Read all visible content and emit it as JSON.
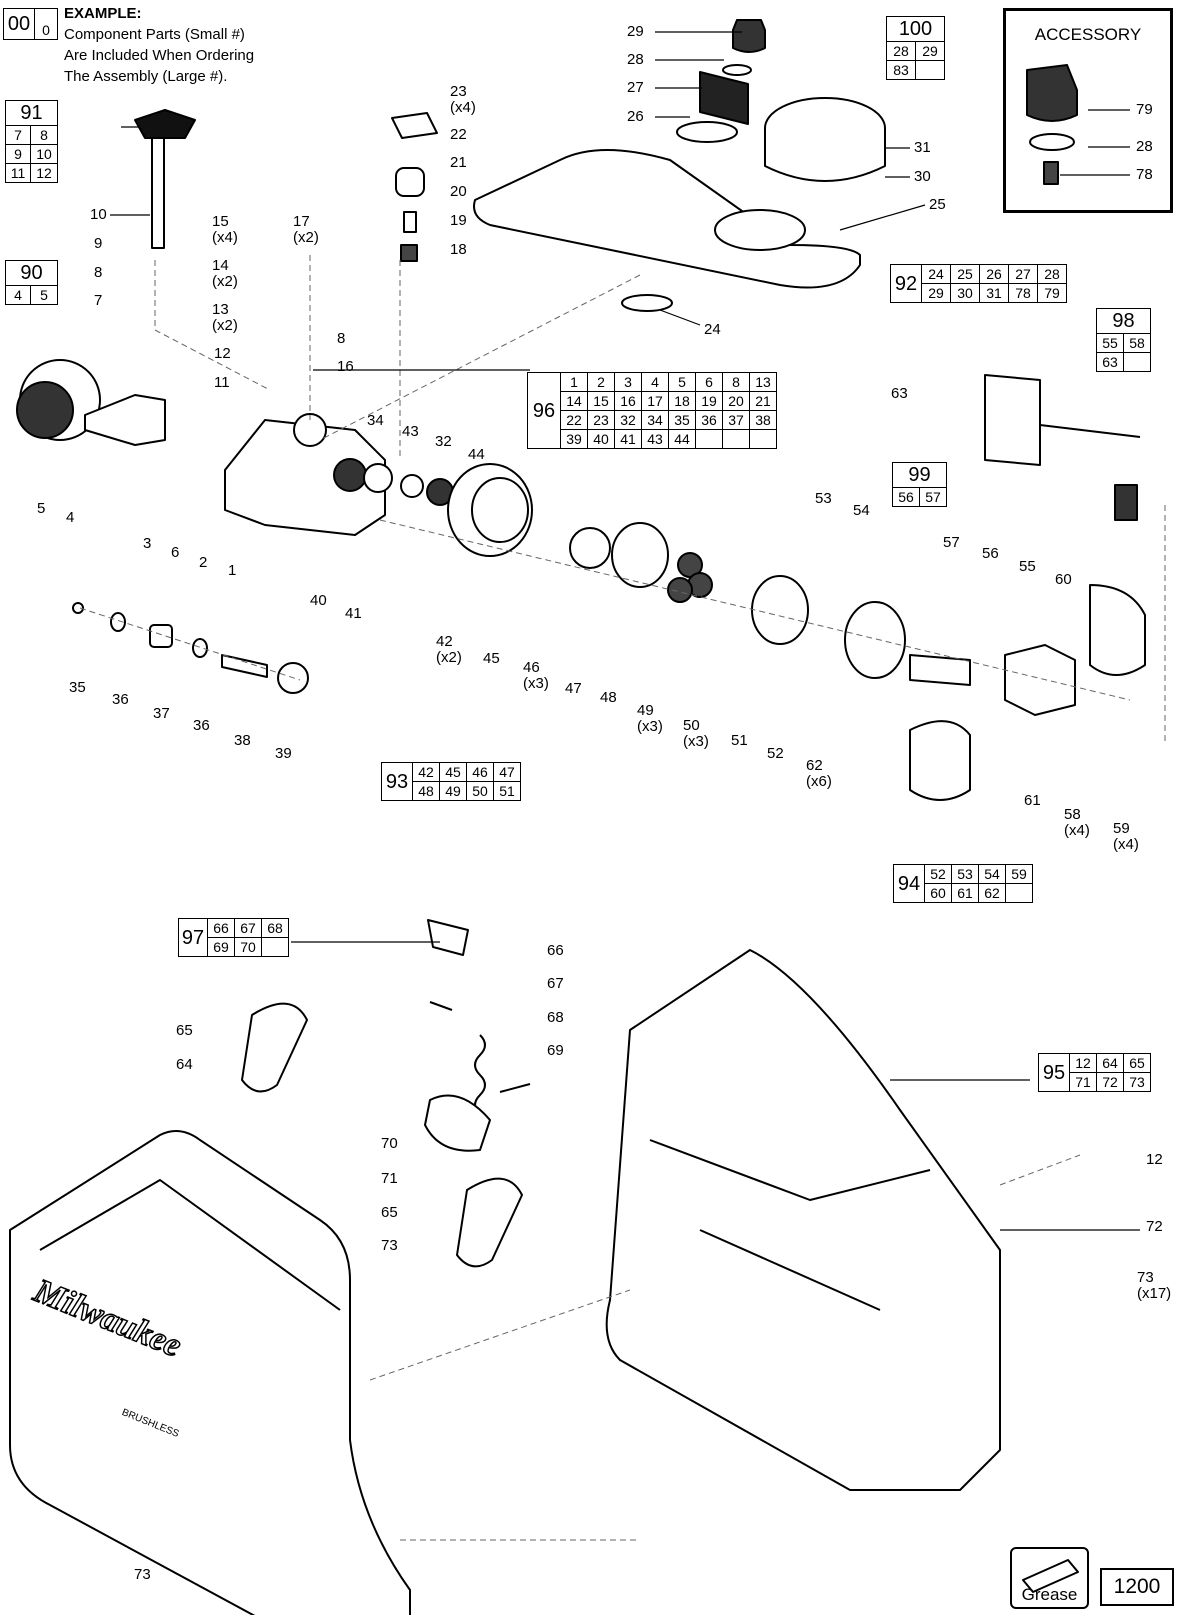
{
  "example": {
    "big": "00",
    "small": "0",
    "title": "EXAMPLE:",
    "lines": [
      "Component Parts (Small #)",
      "Are Included When Ordering",
      "The Assembly (Large #)."
    ]
  },
  "accessory": {
    "title": "ACCESSORY",
    "labels": [
      "79",
      "28",
      "78"
    ]
  },
  "assemblies": [
    {
      "id": "100",
      "parts": [
        "28",
        "29",
        "83"
      ]
    },
    {
      "id": "91",
      "parts": [
        "7",
        "8",
        "9",
        "10",
        "11",
        "12"
      ]
    },
    {
      "id": "90",
      "parts": [
        "4",
        "5"
      ]
    },
    {
      "id": "92",
      "parts": [
        "24",
        "25",
        "26",
        "27",
        "28",
        "29",
        "30",
        "31",
        "78",
        "79"
      ]
    },
    {
      "id": "98",
      "parts": [
        "55",
        "58",
        "63"
      ]
    },
    {
      "id": "96",
      "parts": [
        "1",
        "2",
        "3",
        "4",
        "5",
        "6",
        "8",
        "13",
        "14",
        "15",
        "16",
        "17",
        "18",
        "19",
        "20",
        "21",
        "22",
        "23",
        "32",
        "34",
        "35",
        "36",
        "37",
        "38",
        "39",
        "40",
        "41",
        "43",
        "44"
      ]
    },
    {
      "id": "99",
      "parts": [
        "56",
        "57"
      ]
    },
    {
      "id": "93",
      "parts": [
        "42",
        "45",
        "46",
        "47",
        "48",
        "49",
        "50",
        "51"
      ]
    },
    {
      "id": "94",
      "parts": [
        "52",
        "53",
        "54",
        "59",
        "60",
        "61",
        "62"
      ]
    },
    {
      "id": "97",
      "parts": [
        "66",
        "67",
        "68",
        "69",
        "70"
      ]
    },
    {
      "id": "95",
      "parts": [
        "12",
        "64",
        "65",
        "71",
        "72",
        "73"
      ]
    }
  ],
  "callouts": [
    {
      "n": "29"
    },
    {
      "n": "28"
    },
    {
      "n": "27"
    },
    {
      "n": "26"
    },
    {
      "n": "31"
    },
    {
      "n": "30"
    },
    {
      "n": "25"
    },
    {
      "n": "24"
    },
    {
      "n": "23",
      "q": "(x4)"
    },
    {
      "n": "22"
    },
    {
      "n": "21"
    },
    {
      "n": "20"
    },
    {
      "n": "19"
    },
    {
      "n": "18"
    },
    {
      "n": "15",
      "q": "(x4)"
    },
    {
      "n": "14",
      "q": "(x2)"
    },
    {
      "n": "13",
      "q": "(x2)"
    },
    {
      "n": "17",
      "q": "(x2)"
    },
    {
      "n": "8"
    },
    {
      "n": "16"
    },
    {
      "n": "12"
    },
    {
      "n": "11"
    },
    {
      "n": "10"
    },
    {
      "n": "9"
    },
    {
      "n": "8"
    },
    {
      "n": "7"
    },
    {
      "n": "5"
    },
    {
      "n": "4"
    },
    {
      "n": "3"
    },
    {
      "n": "6"
    },
    {
      "n": "2"
    },
    {
      "n": "1"
    },
    {
      "n": "34"
    },
    {
      "n": "43"
    },
    {
      "n": "32"
    },
    {
      "n": "44"
    },
    {
      "n": "40"
    },
    {
      "n": "41"
    },
    {
      "n": "42",
      "q": "(x2)"
    },
    {
      "n": "45"
    },
    {
      "n": "46",
      "q": "(x3)"
    },
    {
      "n": "47"
    },
    {
      "n": "48"
    },
    {
      "n": "49",
      "q": "(x3)"
    },
    {
      "n": "50",
      "q": "(x3)"
    },
    {
      "n": "51"
    },
    {
      "n": "52"
    },
    {
      "n": "53"
    },
    {
      "n": "54"
    },
    {
      "n": "57"
    },
    {
      "n": "56"
    },
    {
      "n": "55"
    },
    {
      "n": "60"
    },
    {
      "n": "63"
    },
    {
      "n": "35"
    },
    {
      "n": "36"
    },
    {
      "n": "37"
    },
    {
      "n": "36"
    },
    {
      "n": "38"
    },
    {
      "n": "39"
    },
    {
      "n": "62",
      "q": "(x6)"
    },
    {
      "n": "61"
    },
    {
      "n": "58",
      "q": "(x4)"
    },
    {
      "n": "59",
      "q": "(x4)"
    },
    {
      "n": "66"
    },
    {
      "n": "67"
    },
    {
      "n": "68"
    },
    {
      "n": "69"
    },
    {
      "n": "70"
    },
    {
      "n": "71"
    },
    {
      "n": "65"
    },
    {
      "n": "64"
    },
    {
      "n": "65"
    },
    {
      "n": "73"
    },
    {
      "n": "12"
    },
    {
      "n": "72"
    },
    {
      "n": "73",
      "q": "(x17)"
    },
    {
      "n": "73"
    }
  ],
  "brand": {
    "logo": "Milwaukee",
    "badge": "BRUSHLESS"
  },
  "grease": {
    "label": "Grease",
    "code": "1200"
  }
}
